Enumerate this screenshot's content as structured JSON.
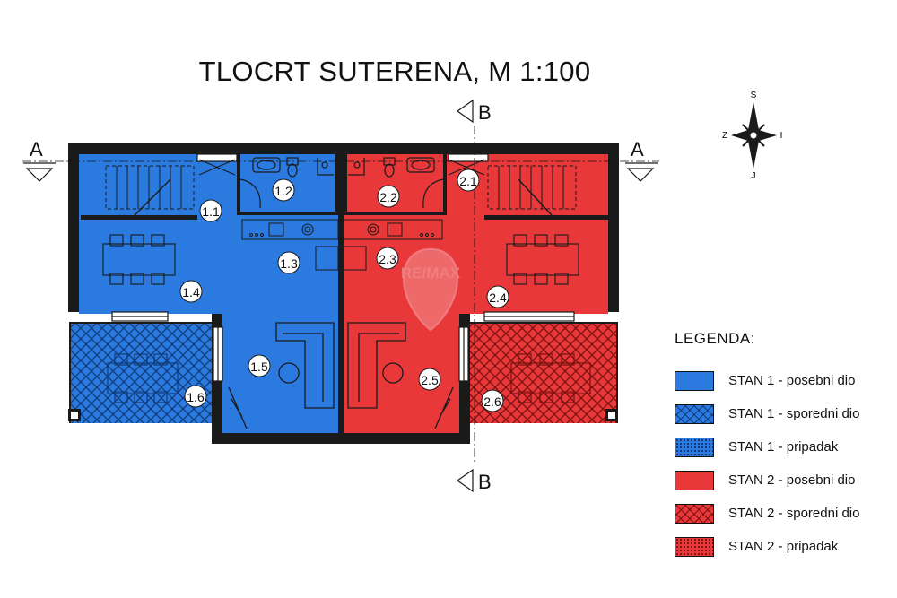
{
  "title": "TLOCRT SUTERENA, M 1:100",
  "section_marks": {
    "a_left": "A",
    "a_right": "A",
    "b_top": "B",
    "b_bottom": "B"
  },
  "compass": {
    "north": "S",
    "south": "J",
    "west": "Z",
    "east": "I"
  },
  "watermark": "RE/MAX",
  "rooms": {
    "r11": "1.1",
    "r12": "1.2",
    "r13": "1.3",
    "r14": "1.4",
    "r15": "1.5",
    "r16": "1.6",
    "r21": "2.1",
    "r22": "2.2",
    "r23": "2.3",
    "r24": "2.4",
    "r25": "2.5",
    "r26": "2.6"
  },
  "legend": {
    "title": "LEGENDA:",
    "items": [
      {
        "label": "STAN 1 - posebni dio",
        "color": "#2a7ae0",
        "pattern": "solid"
      },
      {
        "label": "STAN 1 - sporedni dio",
        "color": "#2a7ae0",
        "pattern": "crosshatch"
      },
      {
        "label": "STAN 1 - pripadak",
        "color": "#2a7ae0",
        "pattern": "dots"
      },
      {
        "label": "STAN 2 - posebni dio",
        "color": "#e8383a",
        "pattern": "solid"
      },
      {
        "label": "STAN 2 - sporedni dio",
        "color": "#e8383a",
        "pattern": "crosshatch"
      },
      {
        "label": "STAN 2 - pripadak",
        "color": "#e8383a",
        "pattern": "dots"
      }
    ]
  },
  "colors": {
    "stan1": "#2a7ae0",
    "stan2": "#e8383a",
    "wall": "#1a1a1a"
  }
}
